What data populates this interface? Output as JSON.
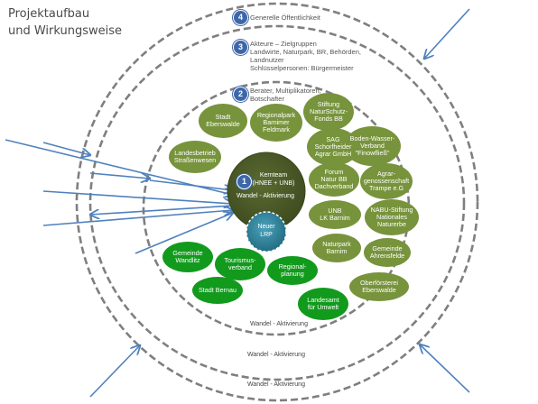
{
  "title": {
    "line1": "Projektaufbau",
    "line2": "und Wirkungsweise"
  },
  "rings": [
    {
      "number": "4",
      "lines": [
        "Generelle Öffentlichkeit"
      ]
    },
    {
      "number": "3",
      "lines": [
        "Akteure – Zielgruppen",
        "Landwirte, Naturpark, BR, Behörden,",
        "Landnutzer",
        "Schlüsselpersonen: Bürgermeister"
      ]
    },
    {
      "number": "2",
      "lines": [
        "Berater, Multiplikatoren,",
        "Botschafter"
      ]
    }
  ],
  "core": {
    "number": "1",
    "label": "Kernteam\n(HNEE + UNB)",
    "wandel": "Wandel - Aktivierung"
  },
  "new_lrp": {
    "label": "Neuer\nLRP"
  },
  "wandel_labels": [
    "Wandel - Aktivierung",
    "Wandel - Aktivierung",
    "Wandel - Aktivierung"
  ],
  "nodes": [
    {
      "id": "stadt-eberswalde",
      "label": "Stadt\nEberswalde",
      "color": "#77933c"
    },
    {
      "id": "regionalpark",
      "label": "Regionalpark\nBarnimer\nFeldmark",
      "color": "#77933c"
    },
    {
      "id": "stiftung",
      "label": "Stiftung\nNaturSchutz-\nFonds BB",
      "color": "#77933c"
    },
    {
      "id": "landesbetrieb",
      "label": "Landesbetrieb\nStraßenwesen",
      "color": "#77933c"
    },
    {
      "id": "sag",
      "label": "SAG\nSchorfheider\nAgrar GmbH",
      "color": "#77933c"
    },
    {
      "id": "boden-wasser",
      "label": "Boden-Wasser-\nVerband\n\"Finowfließ\"",
      "color": "#77933c"
    },
    {
      "id": "forum-natur",
      "label": "Forum\nNatur BB\nDachverband",
      "color": "#77933c"
    },
    {
      "id": "agrar",
      "label": "Agrar-\ngenossenschaft\nTrampe e.G",
      "color": "#77933c"
    },
    {
      "id": "unb",
      "label": "UNB\nLK Barnim",
      "color": "#77933c"
    },
    {
      "id": "nabu",
      "label": "NABU-Stiftung\nNationales\nNaturerbe",
      "color": "#77933c"
    },
    {
      "id": "naturpark",
      "label": "Naturpark\nBarnim",
      "color": "#77933c"
    },
    {
      "id": "ahrensfelde",
      "label": "Gemeinde\nAhrensfelde",
      "color": "#77933c"
    },
    {
      "id": "oberfoersterei",
      "label": "Oberförsterei\nEberswalde",
      "color": "#77933c"
    },
    {
      "id": "wandlitz",
      "label": "Gemeinde\nWandlitz",
      "color": "#129a1d"
    },
    {
      "id": "tourismus",
      "label": "Tourismus-\nverband",
      "color": "#129a1d"
    },
    {
      "id": "regionalplanung",
      "label": "Regional-\nplanung",
      "color": "#129a1d"
    },
    {
      "id": "bernau",
      "label": "Stadt Bernau",
      "color": "#129a1d"
    },
    {
      "id": "landesamt",
      "label": "Landesamt\nfür Umwelt",
      "color": "#129a1d"
    }
  ],
  "colors": {
    "ring": "#7f7f7f",
    "arrow": "#4f81bd",
    "core": "#4f5f2a",
    "lrp": "#31849b",
    "badge": "#3e67a9"
  }
}
